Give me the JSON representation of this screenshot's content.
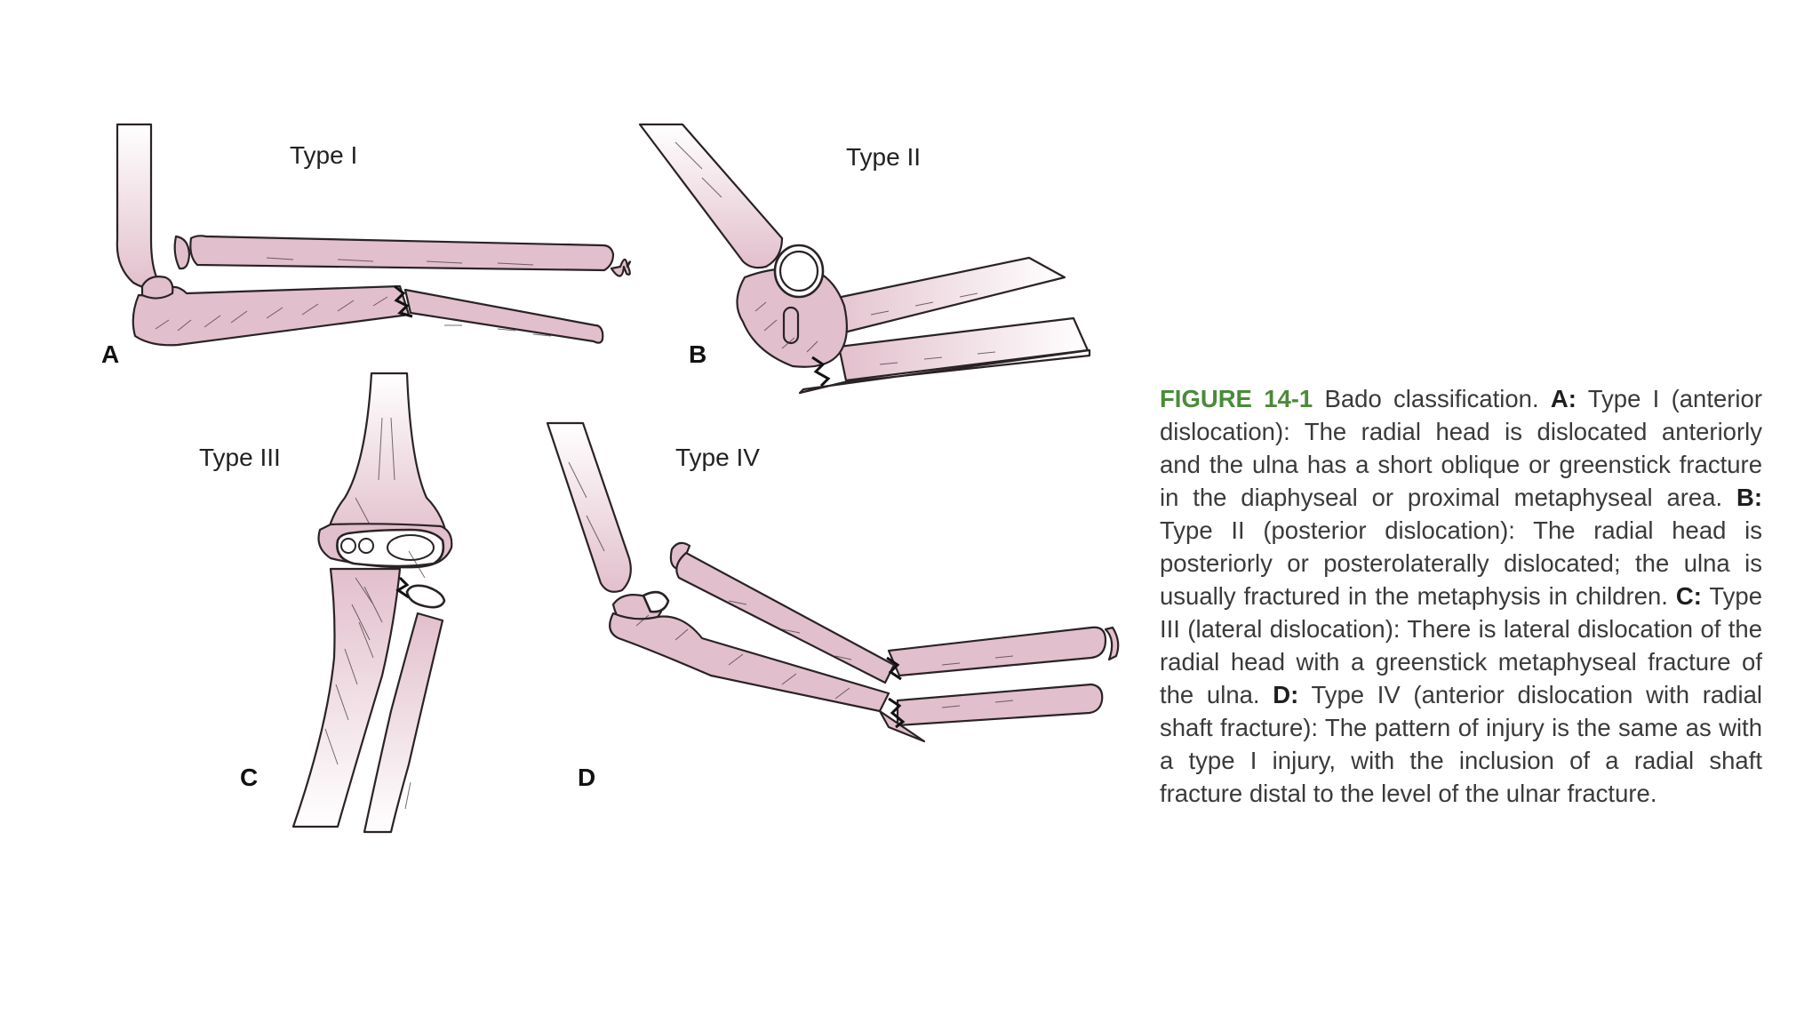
{
  "panels": {
    "a": {
      "letter": "A",
      "title": "Type I"
    },
    "b": {
      "letter": "B",
      "title": "Type II"
    },
    "c": {
      "letter": "C",
      "title": "Type III"
    },
    "d": {
      "letter": "D",
      "title": "Type IV"
    }
  },
  "caption": {
    "figure_number": "FIGURE 14-1",
    "intro": " Bado classification. ",
    "a_key": "A:",
    "a_text": " Type I (anterior dislocation): The radial head is dislocated anteriorly and the ulna has a short oblique or greenstick fracture in the diaphyseal or proximal metaphyseal area. ",
    "b_key": "B:",
    "b_text": " Type II (posterior dislocation): The radial head is posteriorly or posterolaterally dislocated; the ulna is usually fractured in the metaphysis in children. ",
    "c_key": "C:",
    "c_text": " Type III (lateral dislocation): There is lateral dislocation of the radial head with a greenstick metaphyseal fracture of the ulna. ",
    "d_key": "D:",
    "d_text": " Type IV (anterior dislocation with radial shaft fracture): The pattern of injury is the same as with a type I injury, with the inclusion of a radial shaft fracture distal to the level of the ulnar fracture."
  },
  "colors": {
    "bone": "#e2bfcc",
    "outline": "#2a2326",
    "figure_label": "#4a8b3a",
    "text": "#3a3a3a"
  }
}
